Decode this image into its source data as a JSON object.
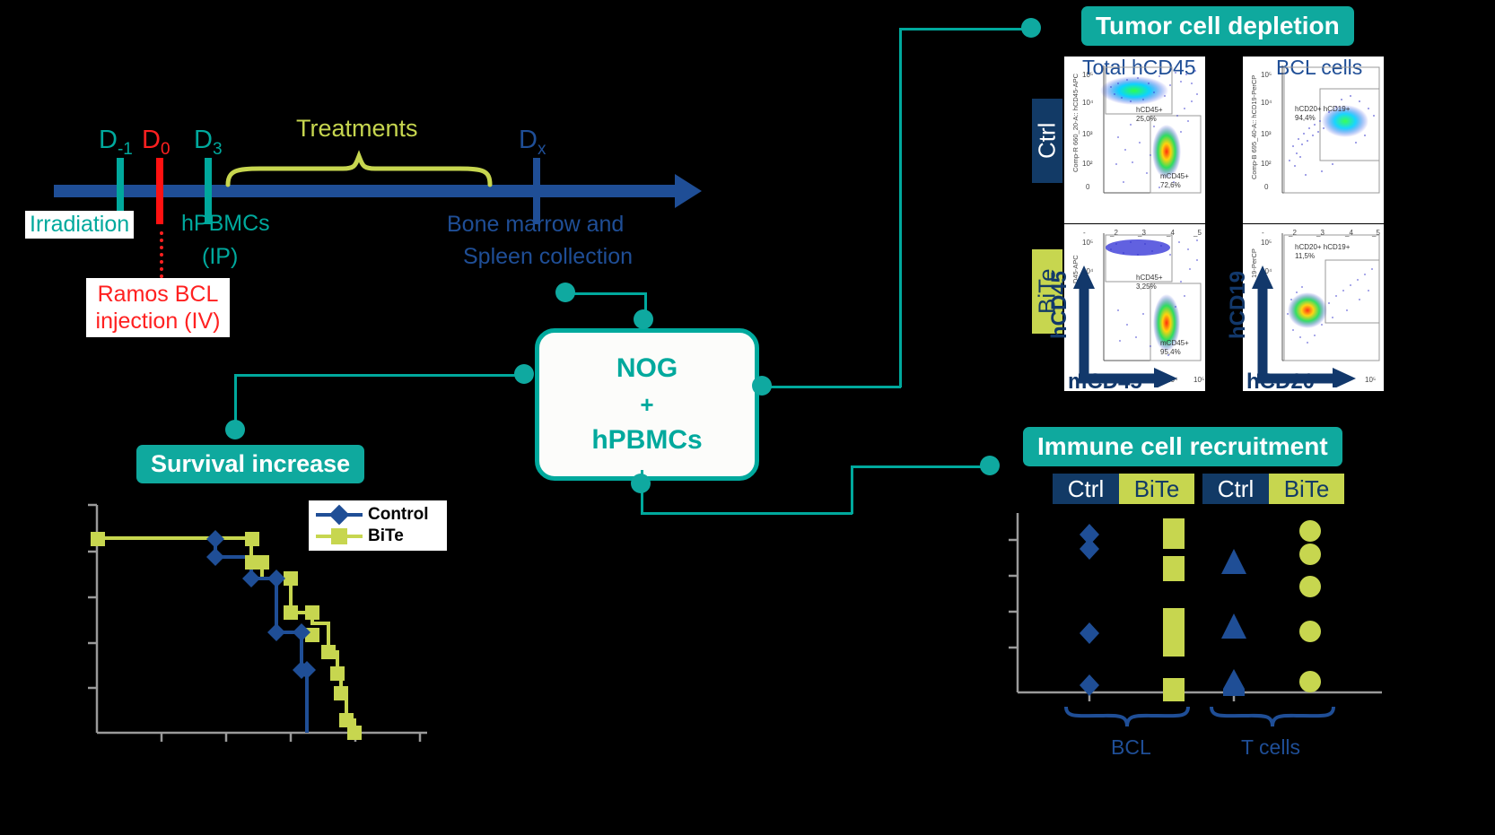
{
  "timeline": {
    "days": [
      {
        "label": "D",
        "sub": "-1",
        "color": "teal",
        "x": 124
      },
      {
        "label": "D",
        "sub": "0",
        "color": "red",
        "x": 172
      },
      {
        "label": "D",
        "sub": "3",
        "color": "teal",
        "x": 228
      },
      {
        "label": "D",
        "sub": "x",
        "color": "navy",
        "x": 592
      }
    ],
    "irradiation": "Irradiation",
    "hpbmcs_line1": "hPBMCs",
    "hpbmcs_line2": "(IP)",
    "ramos_line1": "Ramos BCL",
    "ramos_line2": "injection (IV)",
    "treatments": "Treatments",
    "collection_line1": "Bone marrow and",
    "collection_line2": "Spleen collection"
  },
  "center_node": {
    "line1": "NOG",
    "plus": "+",
    "line2": "hPBMCs"
  },
  "badges": {
    "tumor": "Tumor cell depletion",
    "survival": "Survival increase",
    "immune": "Immune cell recruitment"
  },
  "flow": {
    "col_titles": [
      "Total hCD45",
      "BCL cells"
    ],
    "row_labels": [
      "Ctrl",
      "BiTe"
    ],
    "x_axis_titles": [
      "mCD45",
      "hCD20"
    ],
    "y_axis_titles": [
      "hCD45",
      "hCD19"
    ],
    "panels": [
      {
        "row": "Ctrl",
        "col": "Total hCD45",
        "y_detector": "Comp-R 660_20-A:: hCD45-APC",
        "gates": [
          {
            "name": "hCD45+",
            "pct": "25,0%"
          },
          {
            "name": "mCD45+",
            "pct": "72,6%"
          }
        ],
        "y_ticks": [
          "10⁵",
          "10⁴",
          "10³",
          "10²",
          "0"
        ],
        "x_ticks": [
          "-",
          "_2",
          "_3",
          "_4",
          "_5"
        ]
      },
      {
        "row": "BiTe",
        "col": "Total hCD45",
        "y_detector": "D45-APC",
        "gates": [
          {
            "name": "hCD45+",
            "pct": "3,25%"
          },
          {
            "name": "mCD45+",
            "pct": "95,4%"
          }
        ],
        "y_ticks": [
          "10⁵",
          "10⁴",
          "",
          "",
          ""
        ],
        "x_ticks": [
          "",
          "",
          "",
          "10⁴",
          "10⁵"
        ]
      },
      {
        "row": "Ctrl",
        "col": "BCL cells",
        "y_detector": "Comp-B 695_40-A:: hCD19-PerCP",
        "gates": [
          {
            "name": "hCD20+ hCD19+",
            "pct": "94,4%"
          }
        ],
        "y_ticks": [
          "10⁵",
          "10⁴",
          "10³",
          "10²",
          "0"
        ],
        "x_ticks": [
          "-",
          "_2",
          "_3",
          "_4",
          "_5"
        ]
      },
      {
        "row": "BiTe",
        "col": "BCL cells",
        "y_detector": "19-PerCP",
        "gates": [
          {
            "name": "hCD20+ hCD19+",
            "pct": "11,5%"
          }
        ],
        "y_ticks": [
          "10⁵",
          "10⁴",
          "",
          "",
          ""
        ],
        "x_ticks": [
          "",
          "",
          "10⁴",
          "10⁵",
          ""
        ]
      }
    ]
  },
  "chart_data": [
    {
      "type": "line",
      "title": "Survival increase",
      "xlabel": "",
      "ylabel": "",
      "xlim": [
        0,
        100
      ],
      "ylim": [
        0,
        100
      ],
      "grid": false,
      "legend_position": "top-right",
      "series": [
        {
          "name": "Control",
          "color": "#1F4E96",
          "marker": "diamond",
          "x": [
            0,
            36,
            36,
            47,
            47,
            54,
            54,
            62,
            62,
            68,
            68,
            72,
            72,
            76
          ],
          "y": [
            100,
            100,
            92,
            92,
            84,
            84,
            76,
            76,
            52,
            52,
            44,
            44,
            20,
            20,
            0
          ]
        },
        {
          "name": "BiTe",
          "color": "#C7D64F",
          "marker": "square",
          "x": [
            0,
            53,
            53,
            56,
            56,
            62,
            62,
            68,
            68,
            72,
            72,
            76,
            76,
            80,
            80,
            84,
            84,
            90,
            90,
            97,
            97
          ],
          "y": [
            100,
            100,
            90,
            90,
            84,
            84,
            78,
            78,
            66,
            66,
            58,
            58,
            50,
            50,
            42,
            42,
            30,
            30,
            18,
            18,
            5
          ]
        }
      ]
    },
    {
      "type": "scatter",
      "title": "Immune cell recruitment",
      "xlabel": "",
      "ylabel": "",
      "grid": false,
      "groups": [
        {
          "group": "BCL",
          "condition": "Ctrl",
          "color": "#1F4E96",
          "marker": "diamond",
          "values": [
            88,
            84,
            44,
            3
          ]
        },
        {
          "group": "BCL",
          "condition": "BiTe",
          "color": "#C7D64F",
          "marker": "square",
          "values": [
            92,
            78,
            50,
            45,
            2
          ]
        },
        {
          "group": "T cells",
          "condition": "Ctrl",
          "color": "#1F4E96",
          "marker": "triangle",
          "values": [
            76,
            35,
            4,
            1
          ]
        },
        {
          "group": "T cells",
          "condition": "BiTe",
          "color": "#C7D64F",
          "marker": "circle",
          "values": [
            90,
            84,
            68,
            46,
            5
          ]
        }
      ],
      "group_labels": [
        "BCL",
        "T cells"
      ],
      "condition_labels": [
        "Ctrl",
        "BiTe",
        "Ctrl",
        "BiTe"
      ]
    }
  ],
  "colors": {
    "teal": "#0FA99E",
    "navy": "#1F4E96",
    "dark_navy": "#123A66",
    "lime": "#C7D64F",
    "red": "#FF2020",
    "white": "#FFFFFF",
    "background": "#000000"
  }
}
